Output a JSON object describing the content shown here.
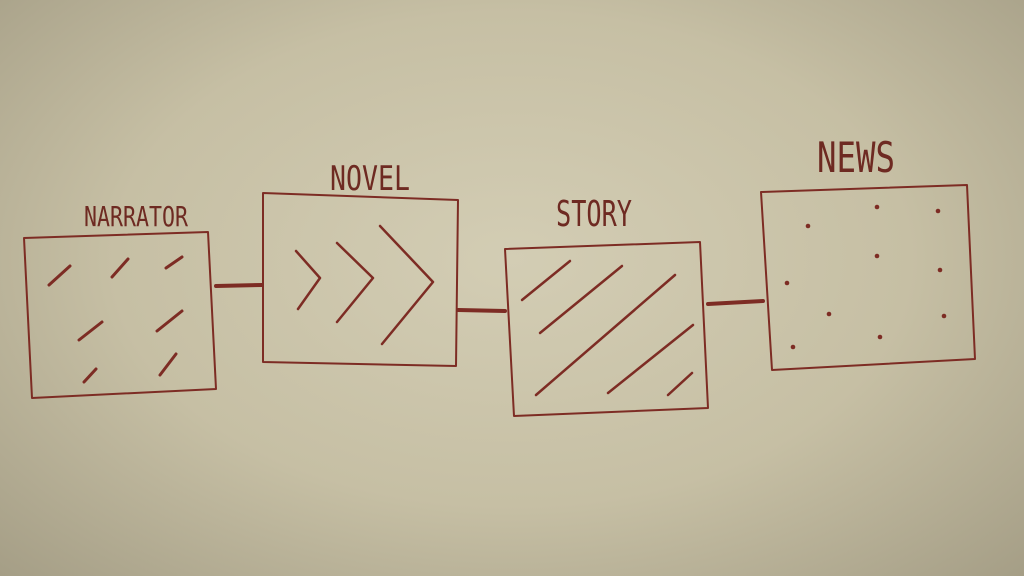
{
  "diagram": {
    "nodes": [
      {
        "id": "narrator",
        "label": "NARRATOR",
        "pattern": "scattered-dashes"
      },
      {
        "id": "novel",
        "label": "NOVEL",
        "pattern": "chevrons"
      },
      {
        "id": "story",
        "label": "STORY",
        "pattern": "diagonal-lines"
      },
      {
        "id": "news",
        "label": "NEWS",
        "pattern": "dots"
      }
    ],
    "edges": [
      {
        "from": "narrator",
        "to": "novel"
      },
      {
        "from": "novel",
        "to": "story"
      },
      {
        "from": "story",
        "to": "news"
      }
    ]
  },
  "colors": {
    "ink": "#7d2c24",
    "paper": "#c8c1a6"
  }
}
